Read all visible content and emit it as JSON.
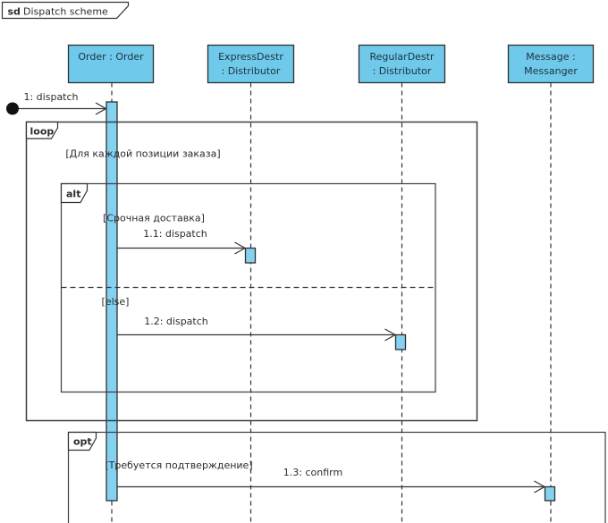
{
  "frame": {
    "keyword": "sd",
    "title": "Dispatch scheme"
  },
  "lifelines": [
    {
      "id": "order",
      "display": "Order : Order",
      "lines": [
        "Order : Order"
      ]
    },
    {
      "id": "express-destr",
      "display": "ExpressDestr : Distributor",
      "lines": [
        "ExpressDestr",
        ": Distributor"
      ]
    },
    {
      "id": "regular-destr",
      "display": "RegularDestr : Distributor",
      "lines": [
        "RegularDestr",
        ": Distributor"
      ]
    },
    {
      "id": "messanger",
      "display": "Message : Messanger",
      "lines": [
        "Message :",
        "Messanger"
      ]
    }
  ],
  "messages": [
    {
      "label": "1: dispatch",
      "from": "found-message",
      "to": "Order : Order"
    },
    {
      "label": "1.1: dispatch",
      "from": "Order : Order",
      "to": "ExpressDestr : Distributor"
    },
    {
      "label": "1.2: dispatch",
      "from": "Order : Order",
      "to": "RegularDestr : Distributor"
    },
    {
      "label": "1.3: confirm",
      "from": "Order : Order",
      "to": "Message : Messanger"
    }
  ],
  "fragments": [
    {
      "operator": "loop",
      "guard": "[Для каждой позиции заказа]"
    },
    {
      "operator": "alt",
      "guard": "[Срочная доставка]",
      "else_guard": "[else]"
    },
    {
      "operator": "opt",
      "guard": "[Требуется подтверждение]"
    }
  ],
  "colors": {
    "lifeline_fill": "#6FC9EA",
    "activation_fill": "#84D2F0",
    "stroke": "#333333",
    "background": "#FFFFFF"
  }
}
